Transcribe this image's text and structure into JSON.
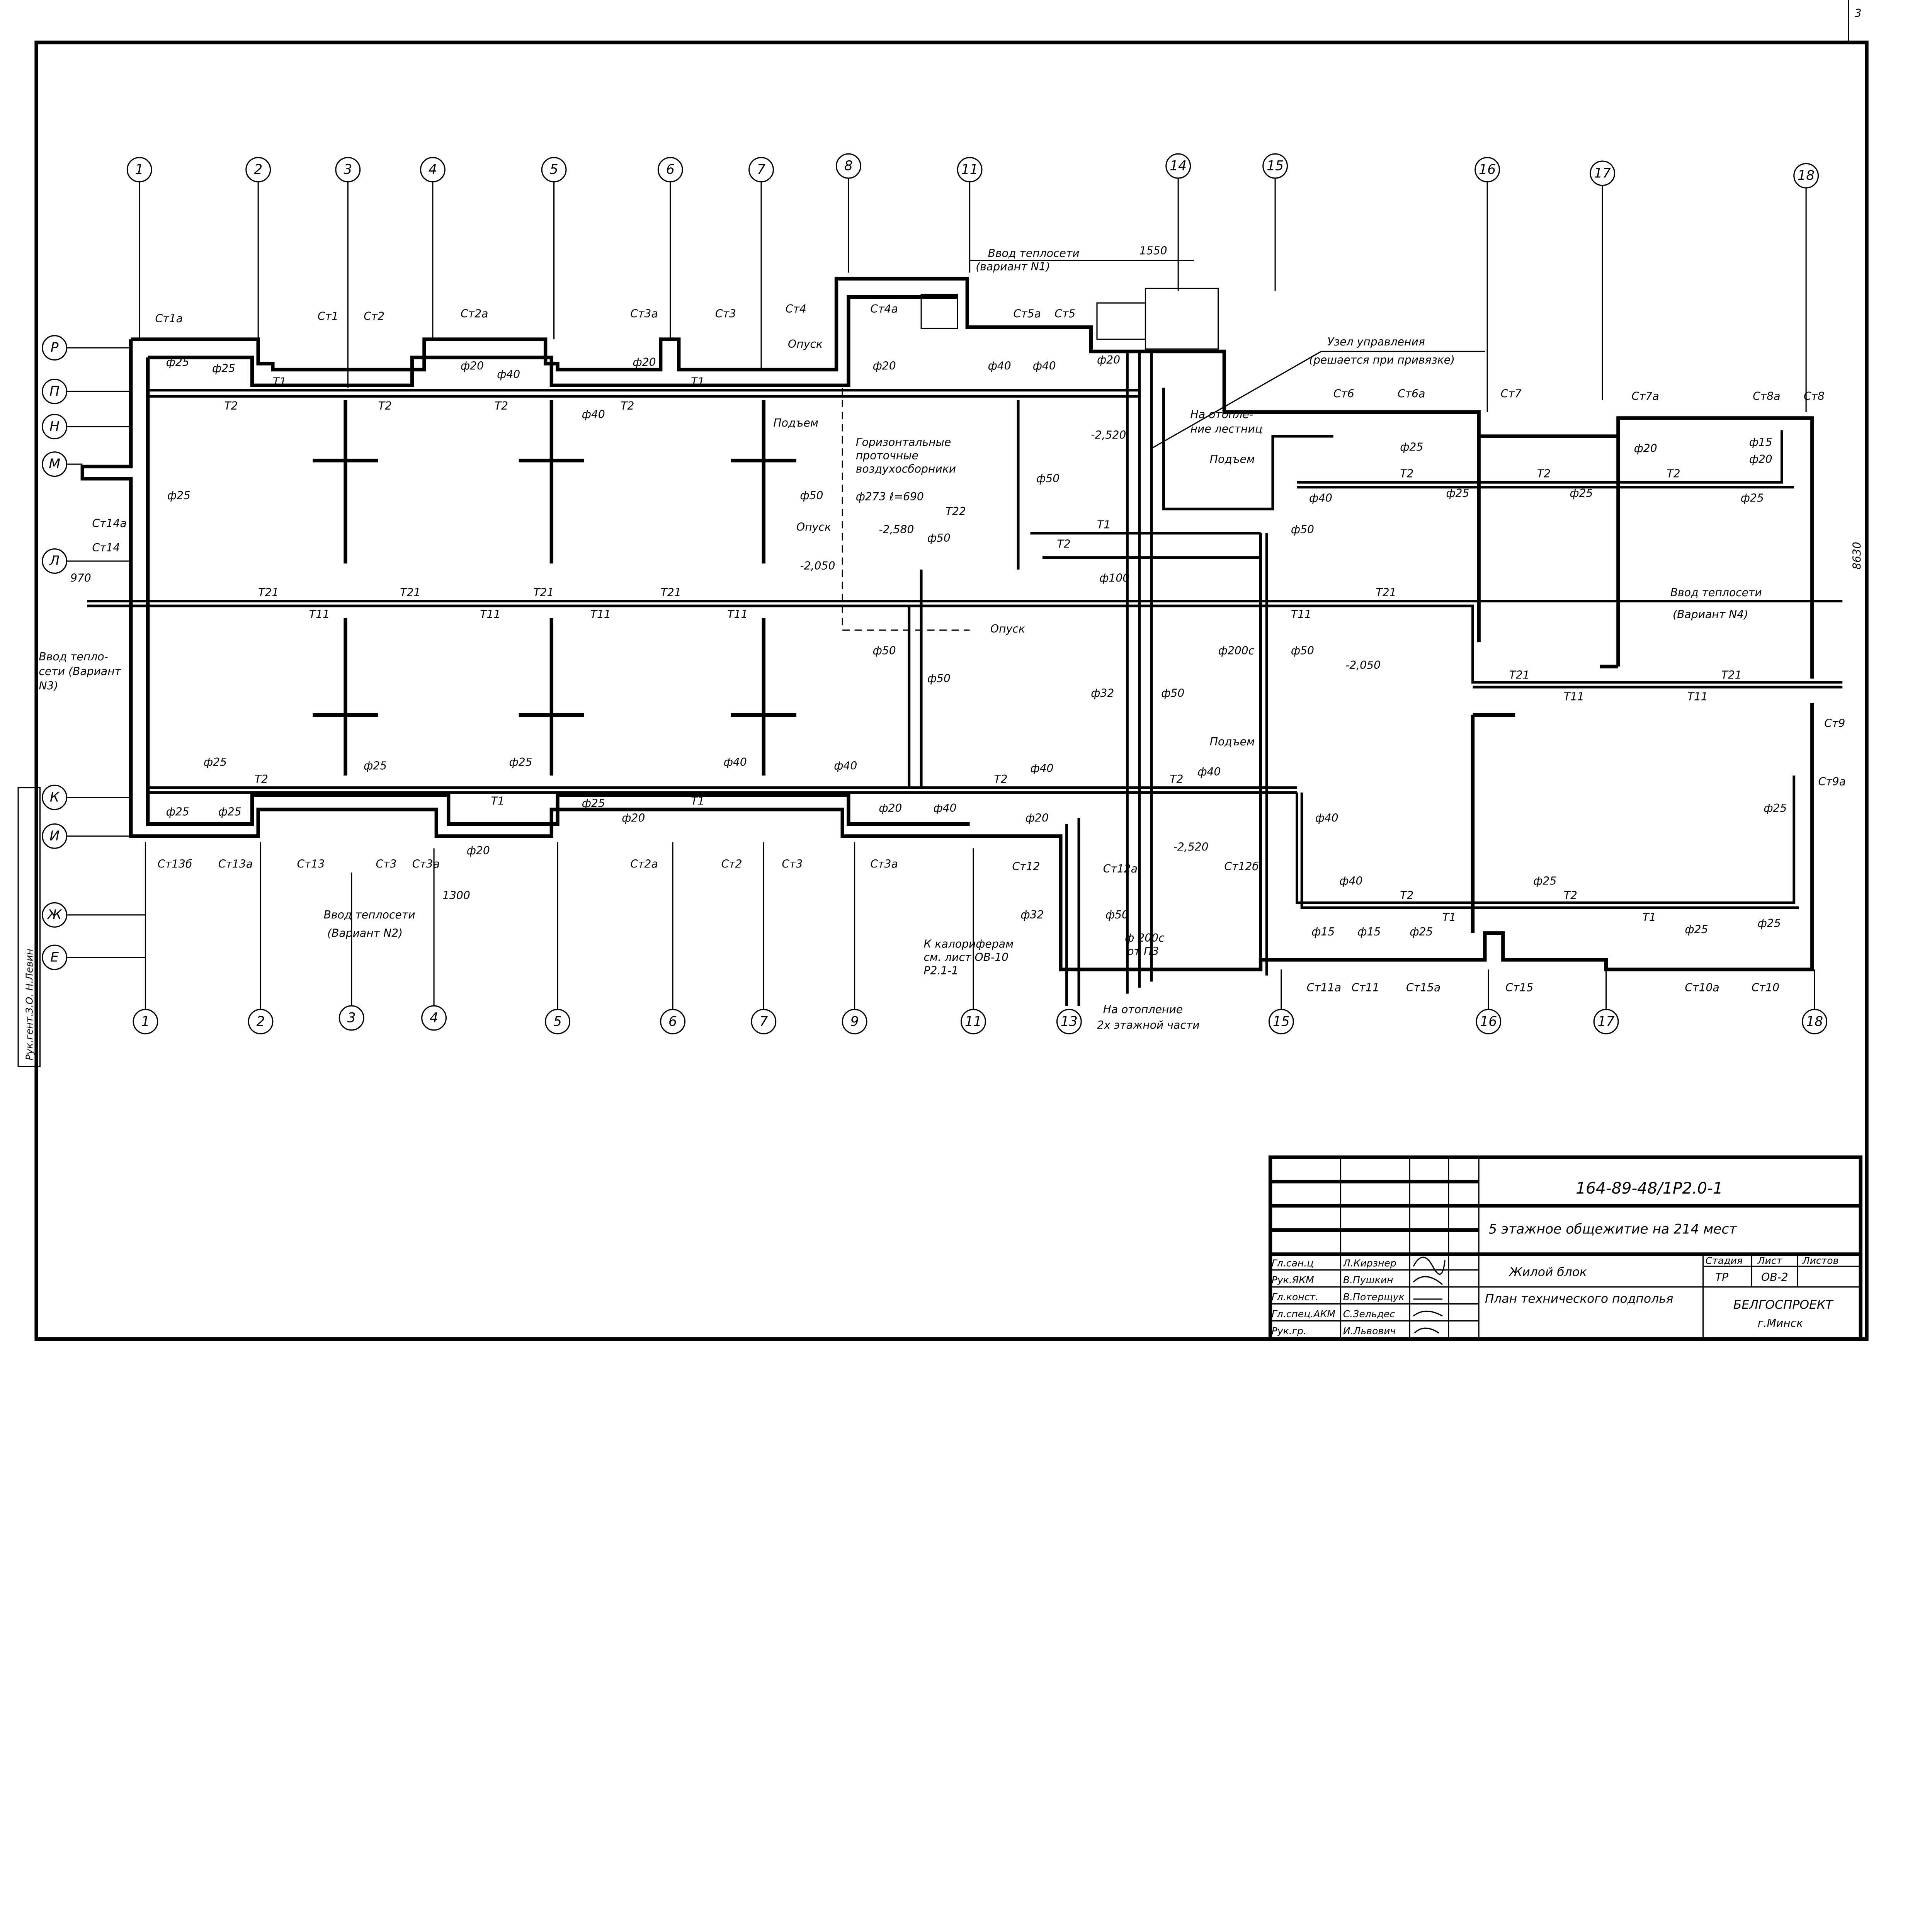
{
  "sheet_corner": "3",
  "axes_top": [
    "1",
    "2",
    "3",
    "4",
    "5",
    "6",
    "7",
    "8",
    "11",
    "14",
    "15",
    "16",
    "17",
    "18"
  ],
  "axes_bottom": [
    "1",
    "2",
    "3",
    "4",
    "5",
    "6",
    "7",
    "9",
    "11",
    "13",
    "15",
    "16",
    "17",
    "18"
  ],
  "axes_left": [
    "Р",
    "П",
    "Н",
    "М",
    "Л",
    "К",
    "И",
    "Ж",
    "Е"
  ],
  "labels": {
    "vvod_1": "Ввод теплосети",
    "vvod_1_var": "(вариант N1)",
    "dim_1550": "1550",
    "uzel": "Узел управления",
    "uzel_note": "(решается при привязке)",
    "vvod_4": "Ввод теплосети",
    "vvod_4_var": "(Вариант N4)",
    "vvod_3": "Ввод тепло-",
    "vvod_3b": "сети (Вариант",
    "vvod_3c": "N3)",
    "vvod_2": "Ввод теплосети",
    "vvod_2_var": "(Вариант N2)",
    "dim_1300": "1300",
    "dim_970": "970",
    "dim_8630": "8630",
    "air": "Горизонтальные",
    "air2": "проточные",
    "air3": "воздухосборники",
    "air4": "ф273 ℓ=690",
    "kalorifer": "К калориферам",
    "kalorifer2": "см. лист ОВ-10",
    "kalorifer3": "Р2.1-1",
    "heating": "На отопление",
    "heating2": "2х этажной части",
    "from_p3": "ф 200с",
    "from_p3b": "от П3",
    "otm1": "-2,050",
    "otm2": "-2,580",
    "otm3": "-2,520",
    "otm4": "-2,050",
    "otm5": "-2,520",
    "na_otopl": "На отопле-",
    "na_otopl2": "ние лестниц",
    "podem": "Подъем",
    "opusk": "Опуск",
    "opusk2": "Опуск",
    "opusk3": "Опуск",
    "podem2": "Подъем",
    "podem3": "Подъем",
    "st1a": "Ст1а",
    "st1": "Ст1",
    "st2": "Ст2",
    "st2a": "Ст2а",
    "st3a": "Ст3а",
    "st3": "Ст3",
    "st4": "Ст4",
    "st4a": "Ст4а",
    "st5a": "Ст5а",
    "st5": "Ст5",
    "st6": "Ст6",
    "st6a": "Ст6а",
    "st7": "Ст7",
    "st7a": "Ст7а",
    "st8a": "Ст8а",
    "st8": "Ст8",
    "st14a": "Ст14а",
    "st14": "Ст14",
    "st9": "Ст9",
    "st9a": "Ст9а",
    "st13b": "Ст13б",
    "st13a": "Ст13а",
    "st13": "Ст13",
    "st3_b": "Ст3",
    "st3a_b": "Ст3а",
    "st2a_b": "Ст2а",
    "st2_b": "Ст2",
    "st3_c": "Ст3",
    "st3a_c": "Ст3а",
    "st12": "Ст12",
    "st12a": "Ст12а",
    "st12b": "Ст12б",
    "st11a": "Ст11а",
    "st11": "Ст11",
    "st15a": "Ст15а",
    "st15": "Ст15",
    "st10a": "Ст10а",
    "st10": "Ст10",
    "d25": "ф25",
    "d20": "ф20",
    "d40": "ф40",
    "d50": "ф50",
    "d15": "ф15",
    "d32": "ф32",
    "d200": "ф200с",
    "d100": "ф100",
    "t1": "Т1",
    "t2": "Т2",
    "t11": "Т11",
    "t21": "Т21",
    "t22": "Т22"
  },
  "side_stamp": "Рук.гент.З.О. Н.Левин",
  "title_block": {
    "doc_code": "164-89-48/1Р2.0-1",
    "project": "5 этажное общежитие на 214 мест",
    "building": "Жилой блок",
    "sheet_title": "План технического подполья",
    "stage_header": "Стадия",
    "sheet_header": "Лист",
    "sheets_header": "Листов",
    "stage": "ТР",
    "sheet": "ОВ-2",
    "sheets": "",
    "org": "БЕЛГОСПРОЕКТ",
    "city": "г.Минск",
    "signers": [
      {
        "role": "Гл.сан.ц",
        "name": "Л.Кирзнер"
      },
      {
        "role": "Рук.ЯКМ",
        "name": "В.Пушкин"
      },
      {
        "role": "Гл.конст.",
        "name": "В.Потерщук"
      },
      {
        "role": "Гл.спец.АКМ",
        "name": "С.Зельдес"
      },
      {
        "role": "Рук.гр.",
        "name": "И.Львович"
      }
    ]
  }
}
